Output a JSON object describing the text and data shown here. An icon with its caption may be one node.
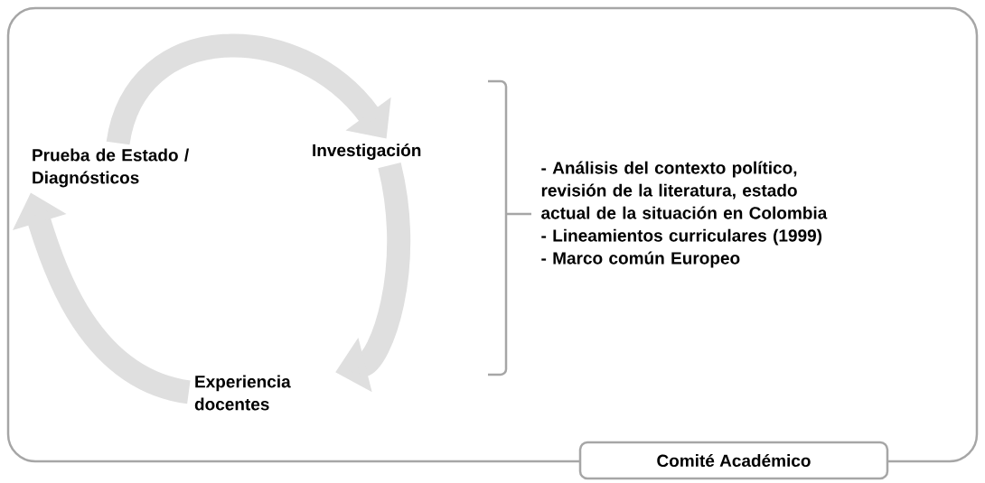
{
  "diagram": {
    "nodes": [
      {
        "text": [
          "Comité Académico"
        ]
      },
      {
        "text": [
          "Prueba de Estado / Diagnósticos"
        ],
        "in": 0
      },
      {
        "text": [
          "Investigación"
        ],
        "in": 0
      },
      {
        "text": [
          "Experiencia docentes"
        ],
        "in": 0
      }
    ],
    "edges": [
      {
        "from": 1,
        "to": 2,
        "arrow": "to"
      },
      {
        "from": 2,
        "to": 3,
        "arrow": "to"
      },
      {
        "from": 3,
        "to": 1,
        "arrow": "to"
      }
    ],
    "labels": [
      "- Análisis del contexto político, revisión de la literatura, estado actual de la situación en Colombia",
      "- Lineamientos curriculares (1999)",
      "- Marco común Europeo"
    ]
  }
}
